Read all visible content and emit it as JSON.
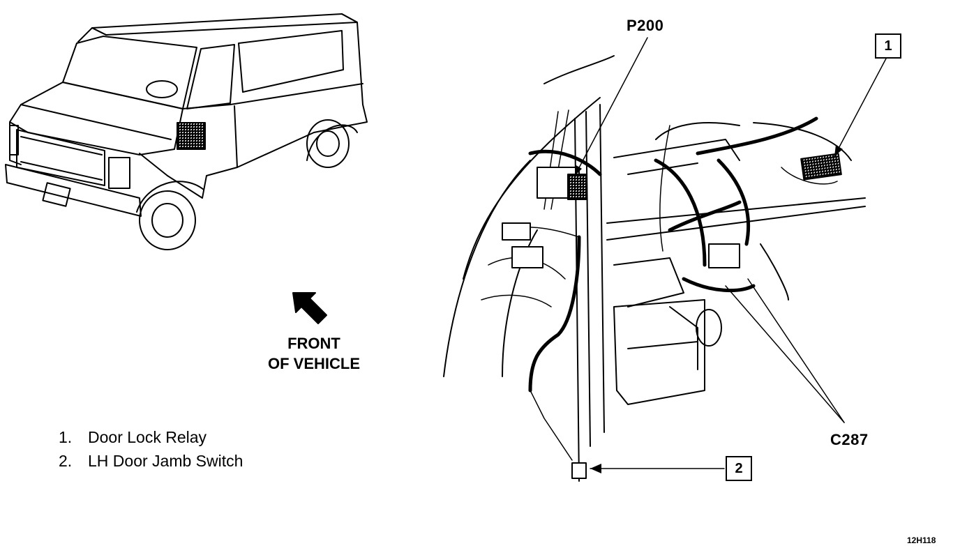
{
  "labels": {
    "p200": "P200",
    "c287": "C287",
    "front_line1": "FRONT",
    "front_line2": "OF VEHICLE",
    "figure_code": "12H118"
  },
  "callouts": [
    {
      "number": "1"
    },
    {
      "number": "2"
    }
  ],
  "legend": [
    {
      "number": "1.",
      "text": "Door Lock Relay"
    },
    {
      "number": "2.",
      "text": "LH Door Jamb Switch"
    }
  ]
}
